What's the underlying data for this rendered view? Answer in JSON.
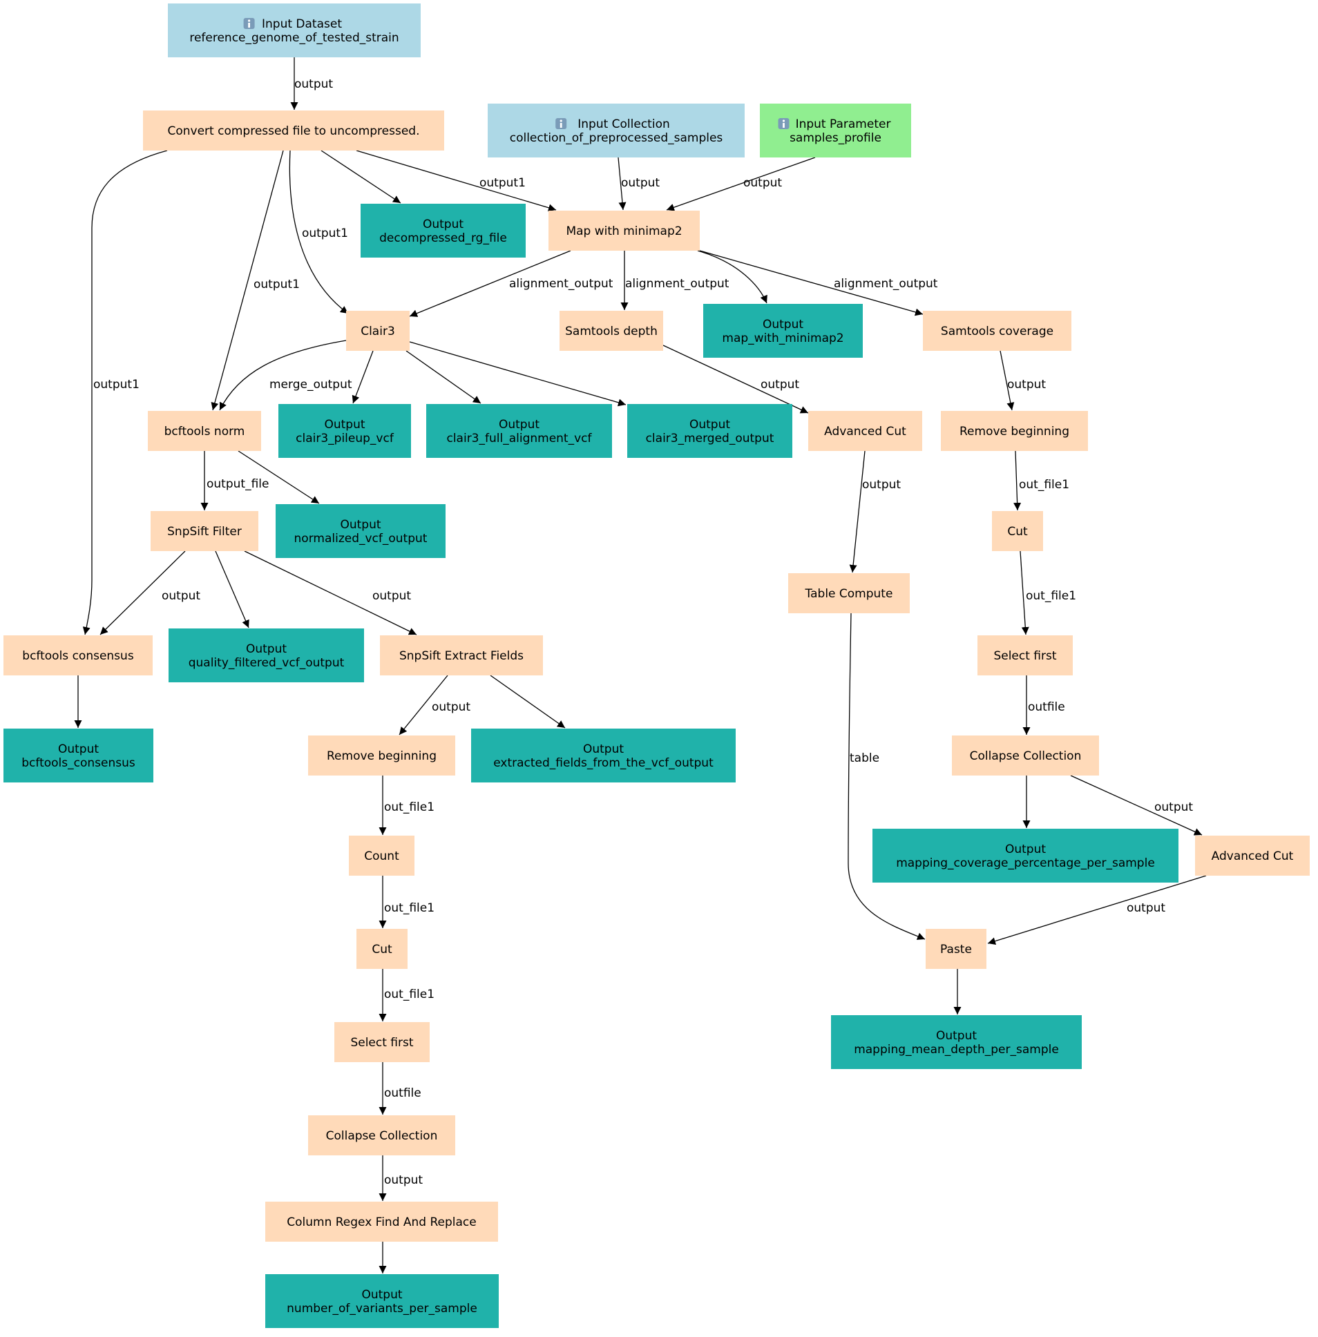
{
  "colors": {
    "input": "#add8e6",
    "parameter": "#90ee90",
    "tool": "#ffdab9",
    "output": "#20b2aa",
    "edge": "#000000"
  },
  "icon": "info-icon",
  "nodes": [
    {
      "id": "input_dataset",
      "kind": "input",
      "icon": true,
      "line1": "Input Dataset",
      "line2": "reference_genome_of_tested_strain"
    },
    {
      "id": "input_collection",
      "kind": "input",
      "icon": true,
      "line1": "Input Collection",
      "line2": "collection_of_preprocessed_samples"
    },
    {
      "id": "input_parameter",
      "kind": "parameter",
      "icon": true,
      "line1": "Input Parameter",
      "line2": "samples_profile"
    },
    {
      "id": "convert",
      "kind": "tool",
      "line1": "Convert compressed file to uncompressed."
    },
    {
      "id": "out_decompressed",
      "kind": "output",
      "line1": "Output",
      "line2": "decompressed_rg_file"
    },
    {
      "id": "minimap2",
      "kind": "tool",
      "line1": "Map with minimap2"
    },
    {
      "id": "clair3",
      "kind": "tool",
      "line1": "Clair3"
    },
    {
      "id": "samtools_depth",
      "kind": "tool",
      "line1": "Samtools depth"
    },
    {
      "id": "out_minimap2",
      "kind": "output",
      "line1": "Output",
      "line2": "map_with_minimap2"
    },
    {
      "id": "samtools_coverage",
      "kind": "tool",
      "line1": "Samtools coverage"
    },
    {
      "id": "bcftools_norm",
      "kind": "tool",
      "line1": "bcftools norm"
    },
    {
      "id": "out_pileup",
      "kind": "output",
      "line1": "Output",
      "line2": "clair3_pileup_vcf"
    },
    {
      "id": "out_full_alignment",
      "kind": "output",
      "line1": "Output",
      "line2": "clair3_full_alignment_vcf"
    },
    {
      "id": "out_merged",
      "kind": "output",
      "line1": "Output",
      "line2": "clair3_merged_output"
    },
    {
      "id": "advanced_cut_1",
      "kind": "tool",
      "line1": "Advanced Cut"
    },
    {
      "id": "remove_beginning_1",
      "kind": "tool",
      "line1": "Remove beginning"
    },
    {
      "id": "snpsift_filter",
      "kind": "tool",
      "line1": "SnpSift Filter"
    },
    {
      "id": "out_normalized",
      "kind": "output",
      "line1": "Output",
      "line2": "normalized_vcf_output"
    },
    {
      "id": "cut_1",
      "kind": "tool",
      "line1": "Cut"
    },
    {
      "id": "table_compute",
      "kind": "tool",
      "line1": "Table Compute"
    },
    {
      "id": "bcftools_consensus",
      "kind": "tool",
      "line1": "bcftools consensus"
    },
    {
      "id": "out_quality_filtered",
      "kind": "output",
      "line1": "Output",
      "line2": "quality_filtered_vcf_output"
    },
    {
      "id": "snpsift_extract",
      "kind": "tool",
      "line1": "SnpSift Extract Fields"
    },
    {
      "id": "select_first_1",
      "kind": "tool",
      "line1": "Select first"
    },
    {
      "id": "out_consensus",
      "kind": "output",
      "line1": "Output",
      "line2": "bcftools_consensus"
    },
    {
      "id": "remove_beginning_2",
      "kind": "tool",
      "line1": "Remove beginning"
    },
    {
      "id": "out_extracted",
      "kind": "output",
      "line1": "Output",
      "line2": "extracted_fields_from_the_vcf_output"
    },
    {
      "id": "collapse_1",
      "kind": "tool",
      "line1": "Collapse Collection"
    },
    {
      "id": "count",
      "kind": "tool",
      "line1": "Count"
    },
    {
      "id": "out_coverage_pct",
      "kind": "output",
      "line1": "Output",
      "line2": "mapping_coverage_percentage_per_sample"
    },
    {
      "id": "advanced_cut_2",
      "kind": "tool",
      "line1": "Advanced Cut"
    },
    {
      "id": "cut_2",
      "kind": "tool",
      "line1": "Cut"
    },
    {
      "id": "paste",
      "kind": "tool",
      "line1": "Paste"
    },
    {
      "id": "select_first_2",
      "kind": "tool",
      "line1": "Select first"
    },
    {
      "id": "out_mean_depth",
      "kind": "output",
      "line1": "Output",
      "line2": "mapping_mean_depth_per_sample"
    },
    {
      "id": "collapse_2",
      "kind": "tool",
      "line1": "Collapse Collection"
    },
    {
      "id": "column_regex",
      "kind": "tool",
      "line1": "Column Regex Find And Replace"
    },
    {
      "id": "out_num_variants",
      "kind": "output",
      "line1": "Output",
      "line2": "number_of_variants_per_sample"
    }
  ],
  "edges": [
    {
      "from": "input_dataset",
      "to": "convert",
      "label": "output"
    },
    {
      "from": "convert",
      "to": "out_decompressed",
      "label": ""
    },
    {
      "from": "convert",
      "to": "minimap2",
      "label": "output1"
    },
    {
      "from": "convert",
      "to": "clair3",
      "label": "output1"
    },
    {
      "from": "convert",
      "to": "bcftools_norm",
      "label": "output1"
    },
    {
      "from": "convert",
      "to": "bcftools_consensus",
      "label": "output1"
    },
    {
      "from": "input_collection",
      "to": "minimap2",
      "label": "output"
    },
    {
      "from": "input_parameter",
      "to": "minimap2",
      "label": "output"
    },
    {
      "from": "minimap2",
      "to": "clair3",
      "label": "alignment_output"
    },
    {
      "from": "minimap2",
      "to": "samtools_depth",
      "label": "alignment_output"
    },
    {
      "from": "minimap2",
      "to": "out_minimap2",
      "label": ""
    },
    {
      "from": "minimap2",
      "to": "samtools_coverage",
      "label": "alignment_output"
    },
    {
      "from": "clair3",
      "to": "bcftools_norm",
      "label": "merge_output"
    },
    {
      "from": "clair3",
      "to": "out_pileup",
      "label": ""
    },
    {
      "from": "clair3",
      "to": "out_full_alignment",
      "label": ""
    },
    {
      "from": "clair3",
      "to": "out_merged",
      "label": ""
    },
    {
      "from": "samtools_depth",
      "to": "advanced_cut_1",
      "label": "output"
    },
    {
      "from": "samtools_coverage",
      "to": "remove_beginning_1",
      "label": "output"
    },
    {
      "from": "bcftools_norm",
      "to": "snpsift_filter",
      "label": "output_file"
    },
    {
      "from": "bcftools_norm",
      "to": "out_normalized",
      "label": ""
    },
    {
      "from": "advanced_cut_1",
      "to": "table_compute",
      "label": "output"
    },
    {
      "from": "remove_beginning_1",
      "to": "cut_1",
      "label": "out_file1"
    },
    {
      "from": "snpsift_filter",
      "to": "bcftools_consensus",
      "label": "output"
    },
    {
      "from": "snpsift_filter",
      "to": "out_quality_filtered",
      "label": ""
    },
    {
      "from": "snpsift_filter",
      "to": "snpsift_extract",
      "label": "output"
    },
    {
      "from": "cut_1",
      "to": "select_first_1",
      "label": "out_file1"
    },
    {
      "from": "table_compute",
      "to": "paste",
      "label": "table"
    },
    {
      "from": "bcftools_consensus",
      "to": "out_consensus",
      "label": ""
    },
    {
      "from": "snpsift_extract",
      "to": "remove_beginning_2",
      "label": "output"
    },
    {
      "from": "snpsift_extract",
      "to": "out_extracted",
      "label": ""
    },
    {
      "from": "select_first_1",
      "to": "collapse_1",
      "label": "outfile"
    },
    {
      "from": "remove_beginning_2",
      "to": "count",
      "label": "out_file1"
    },
    {
      "from": "collapse_1",
      "to": "out_coverage_pct",
      "label": ""
    },
    {
      "from": "collapse_1",
      "to": "advanced_cut_2",
      "label": "output"
    },
    {
      "from": "count",
      "to": "cut_2",
      "label": "out_file1"
    },
    {
      "from": "advanced_cut_2",
      "to": "paste",
      "label": "output"
    },
    {
      "from": "cut_2",
      "to": "select_first_2",
      "label": "out_file1"
    },
    {
      "from": "paste",
      "to": "out_mean_depth",
      "label": ""
    },
    {
      "from": "select_first_2",
      "to": "collapse_2",
      "label": "outfile"
    },
    {
      "from": "collapse_2",
      "to": "column_regex",
      "label": "output"
    },
    {
      "from": "column_regex",
      "to": "out_num_variants",
      "label": ""
    }
  ]
}
